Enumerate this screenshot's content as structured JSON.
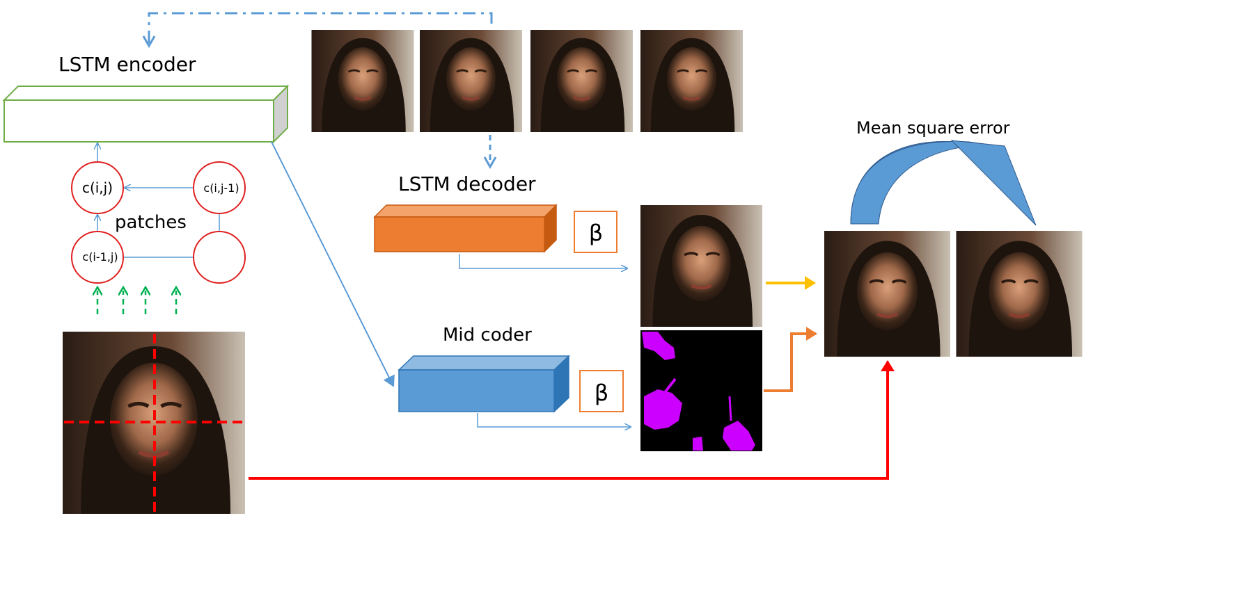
{
  "labels": {
    "lstm_encoder": "LSTM encoder",
    "lstm_decoder": "LSTM decoder",
    "mid_coder": "Mid coder",
    "mean_square_error": "Mean square error",
    "patches": "patches",
    "beta": "β"
  },
  "nodes": {
    "c_ij": "c(i,j)",
    "c_ij_minus1": "c(i,j-1)",
    "c_iminus1_j": "c(i-1,j)",
    "blank": ""
  },
  "colors": {
    "encoder_box": "#70ad47",
    "decoder_box": "#ed7d31",
    "mid_box": "#5b9bd5",
    "node_circle": "#e02020",
    "blue_arrow": "#5b9bd5",
    "green_arrow": "#00b050",
    "red_arrow": "#ff0000",
    "orange_arrow": "#ed7d31",
    "yellow_arrow": "#ffc000",
    "mask_bg": "#000000",
    "mask_fg": "#cc00ff"
  },
  "images": {
    "frames_count": 4,
    "input_photo": "face-with-grid",
    "decoder_output": "face",
    "mask": "magenta-mask",
    "result_1": "face",
    "result_2": "face"
  }
}
